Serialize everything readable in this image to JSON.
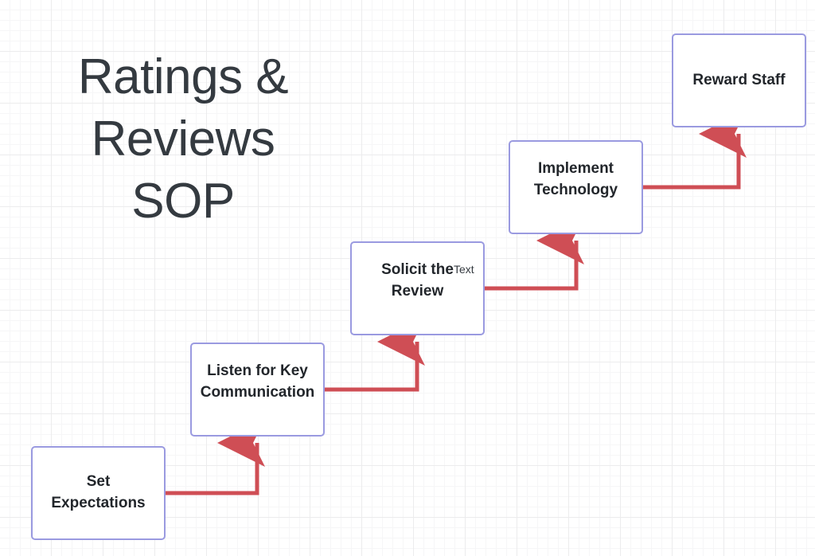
{
  "diagram": {
    "title": "Ratings &\nReviews\nSOP",
    "accent_line_color": "#cf4e55",
    "node_border_color": "#9a9ae0",
    "node_fill_color": "#ffffff",
    "text_color": "#22262b",
    "background_color": "#ffffff",
    "grid_minor_color": "#f6f6f7",
    "grid_major_color": "#ececed",
    "nodes": [
      {
        "id": "set-expectations",
        "label": "Set\nExpectations"
      },
      {
        "id": "listen-key-comm",
        "label": "Listen for Key\nCommunication"
      },
      {
        "id": "solicit-review",
        "label": "Solicit the\nReview"
      },
      {
        "id": "implement-technology",
        "label": "Implement\nTechnology"
      },
      {
        "id": "reward-staff",
        "label": "Reward Staff"
      }
    ],
    "floating_labels": [
      {
        "id": "text-chip",
        "label": "Text"
      }
    ],
    "connectors": [
      {
        "from": "set-expectations",
        "to": "listen-key-comm"
      },
      {
        "from": "listen-key-comm",
        "to": "solicit-review"
      },
      {
        "from": "solicit-review",
        "to": "implement-technology"
      },
      {
        "from": "implement-technology",
        "to": "reward-staff"
      }
    ]
  }
}
